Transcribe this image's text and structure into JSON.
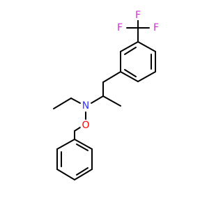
{
  "atoms": {
    "n": {
      "label": "N",
      "color": "#3333ff"
    },
    "o": {
      "label": "O",
      "color": "#ff0000"
    },
    "f1": {
      "label": "F",
      "color": "#cc33cc"
    },
    "f2": {
      "label": "F",
      "color": "#cc33cc"
    },
    "f3": {
      "label": "F",
      "color": "#cc33cc"
    }
  },
  "colors": {
    "bond": "#000000",
    "nitrogen": "#3333ff",
    "oxygen": "#ff0000",
    "fluorine": "#cc33cc",
    "background": "#ffffff"
  }
}
